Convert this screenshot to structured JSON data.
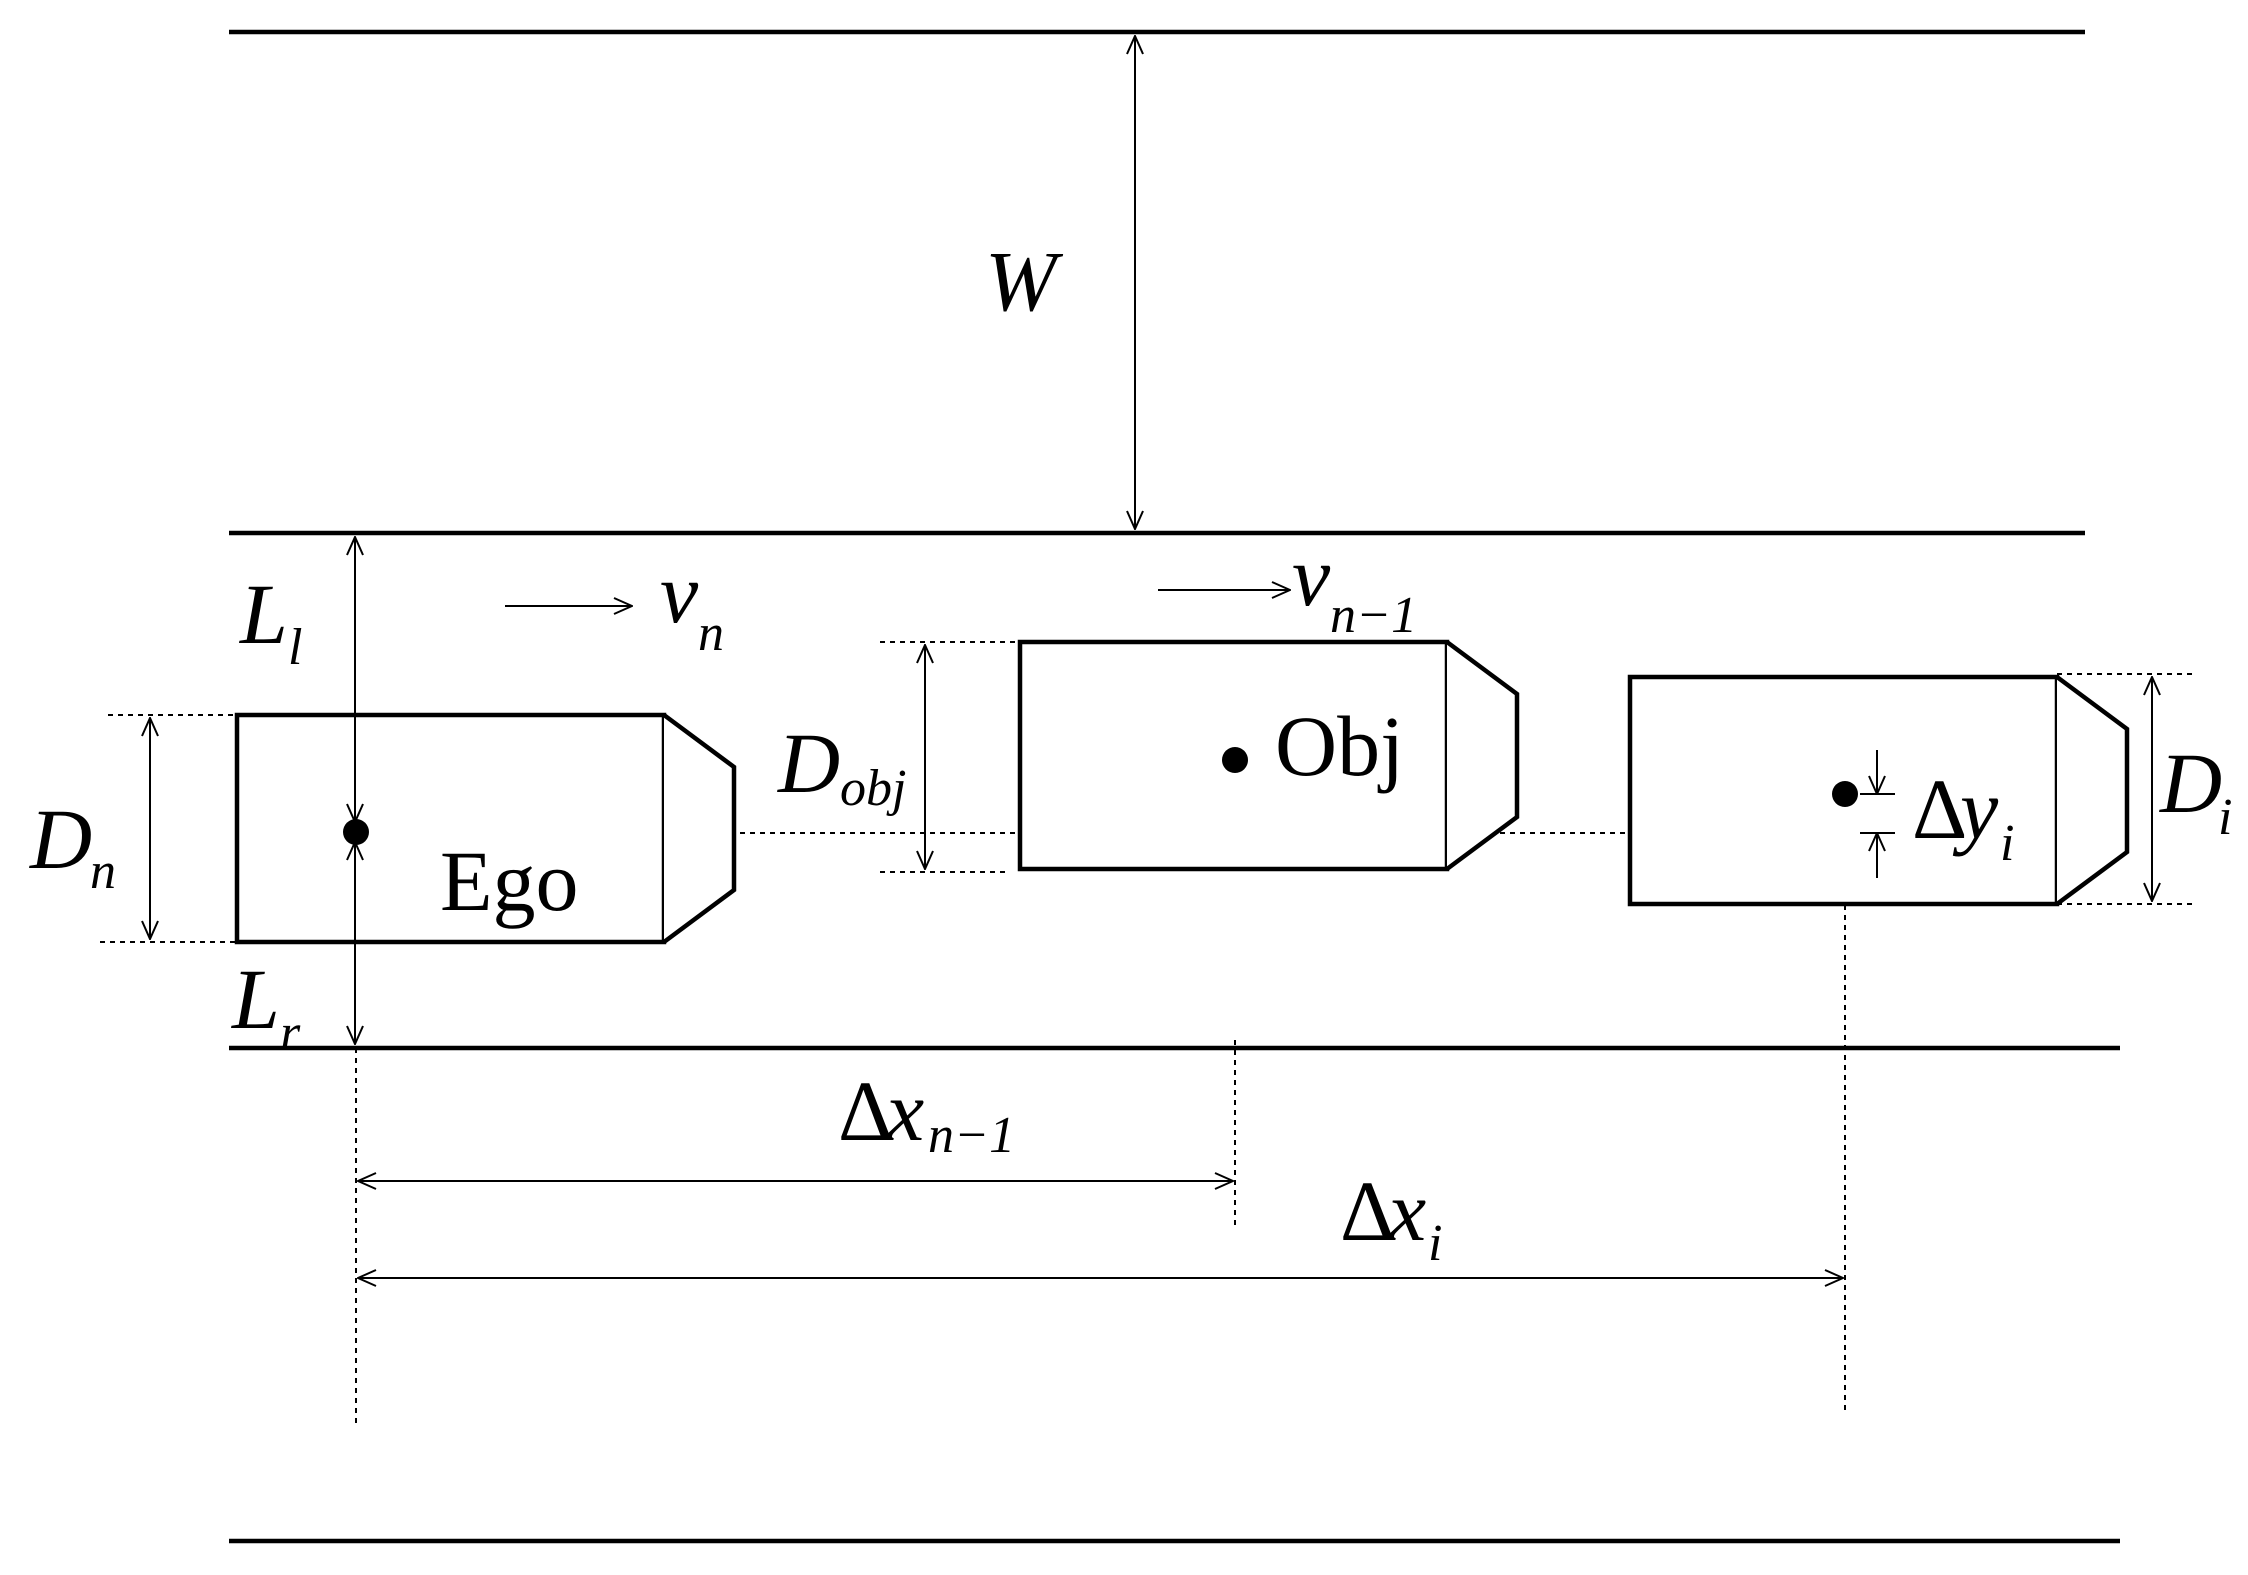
{
  "labels": {
    "W": "W",
    "L": "L",
    "l": "l",
    "r": "r",
    "D": "D",
    "n": "n",
    "obj": "obj",
    "i": "i",
    "v": "v",
    "n_minus_1": "n−1",
    "delta": "Δ",
    "x": "x",
    "y": "y",
    "ego": "Ego",
    "obj_name": "Obj"
  }
}
